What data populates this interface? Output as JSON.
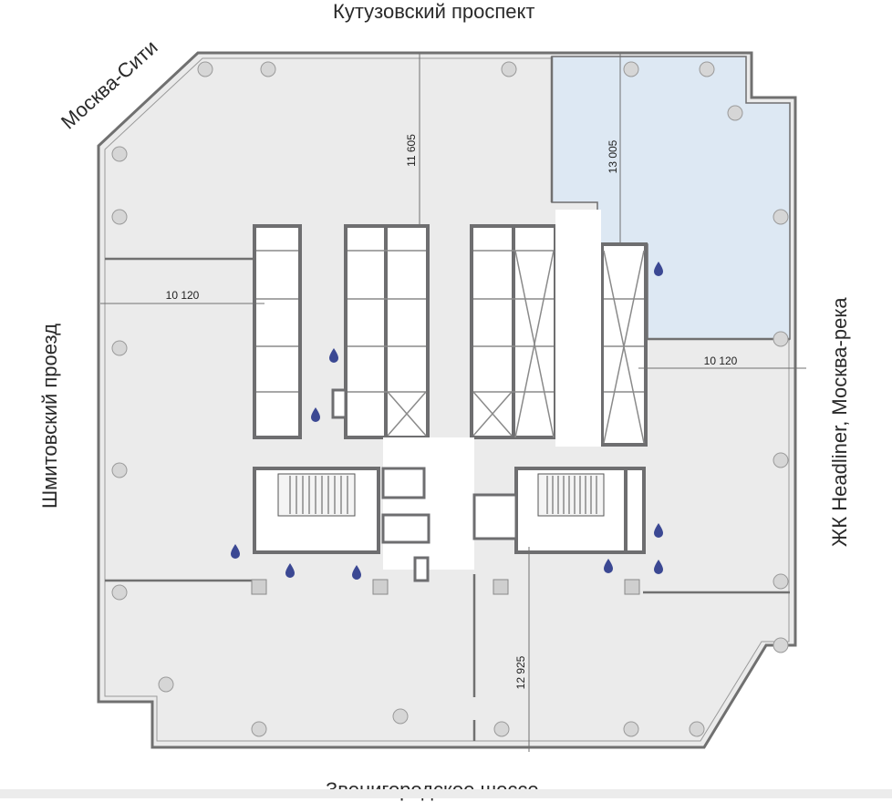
{
  "streets": {
    "top": "Кутузовский проспект",
    "top_left": "Москва-Сити",
    "left": "Шмитовский проезд",
    "right": "ЖК Headliner, Москва-река",
    "bottom": "Звенигородское шоссе"
  },
  "dimensions": {
    "north_left": "11 605",
    "north_right": "13 005",
    "west": "10 120",
    "east": "10 120",
    "south": "12 925"
  },
  "colors": {
    "floor": "#ebebeb",
    "highlight": "#dde8f3",
    "wall": "#6e6e70",
    "water": "#3b4893",
    "column": "#d6d6d6"
  },
  "legend_icons": {
    "water_point": "water-drop-icon",
    "riser": "riser-square-icon"
  }
}
